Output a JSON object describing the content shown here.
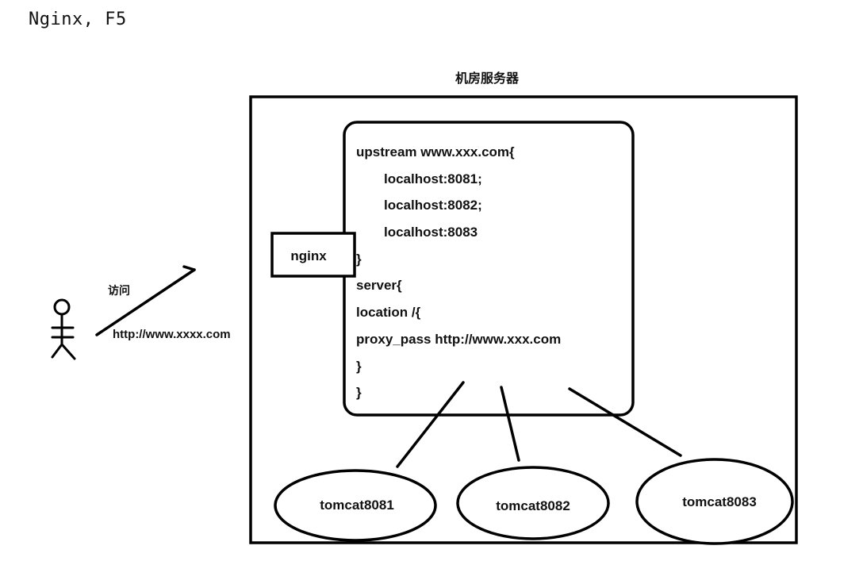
{
  "heading": "Nginx, F5",
  "diagram": {
    "server_room_label": "机房服务器",
    "nginx_label": "nginx",
    "access_label": "访问",
    "url_label": "http://www.xxxx.com",
    "config_lines": [
      "upstream www.xxx.com{",
      "localhost:8081;",
      "localhost:8082;",
      "localhost:8083",
      "}",
      "server{",
      "location /{",
      "proxy_pass http://www.xxx.com",
      "}",
      "}"
    ],
    "tomcats": [
      "tomcat8081",
      "tomcat8082",
      "tomcat8083"
    ],
    "stroke_color": "#000000"
  }
}
